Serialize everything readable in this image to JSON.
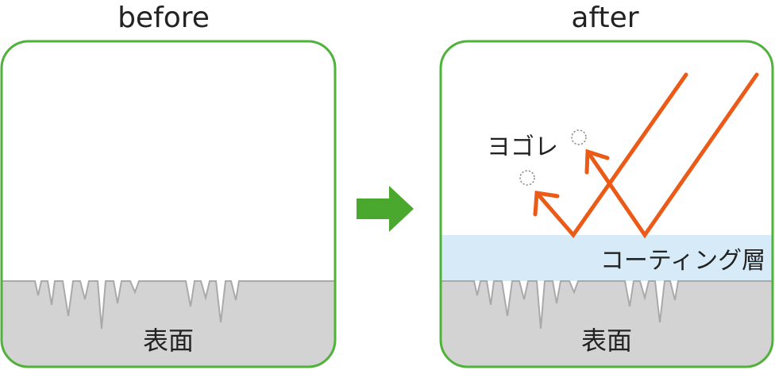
{
  "before": {
    "title": "before",
    "surface_label": "表面"
  },
  "after": {
    "title": "after",
    "dirt_label": "ヨゴレ",
    "coating_label": "コーティング層",
    "surface_label": "表面"
  },
  "colors": {
    "frame": "#4fb23a",
    "arrow": "#4aa82f",
    "surface": "#d3d3d3",
    "surface_edge": "#a9a9a9",
    "coating": "#d6eaf7",
    "ray": "#eb5a17",
    "dirt": "#8a8a8a"
  }
}
